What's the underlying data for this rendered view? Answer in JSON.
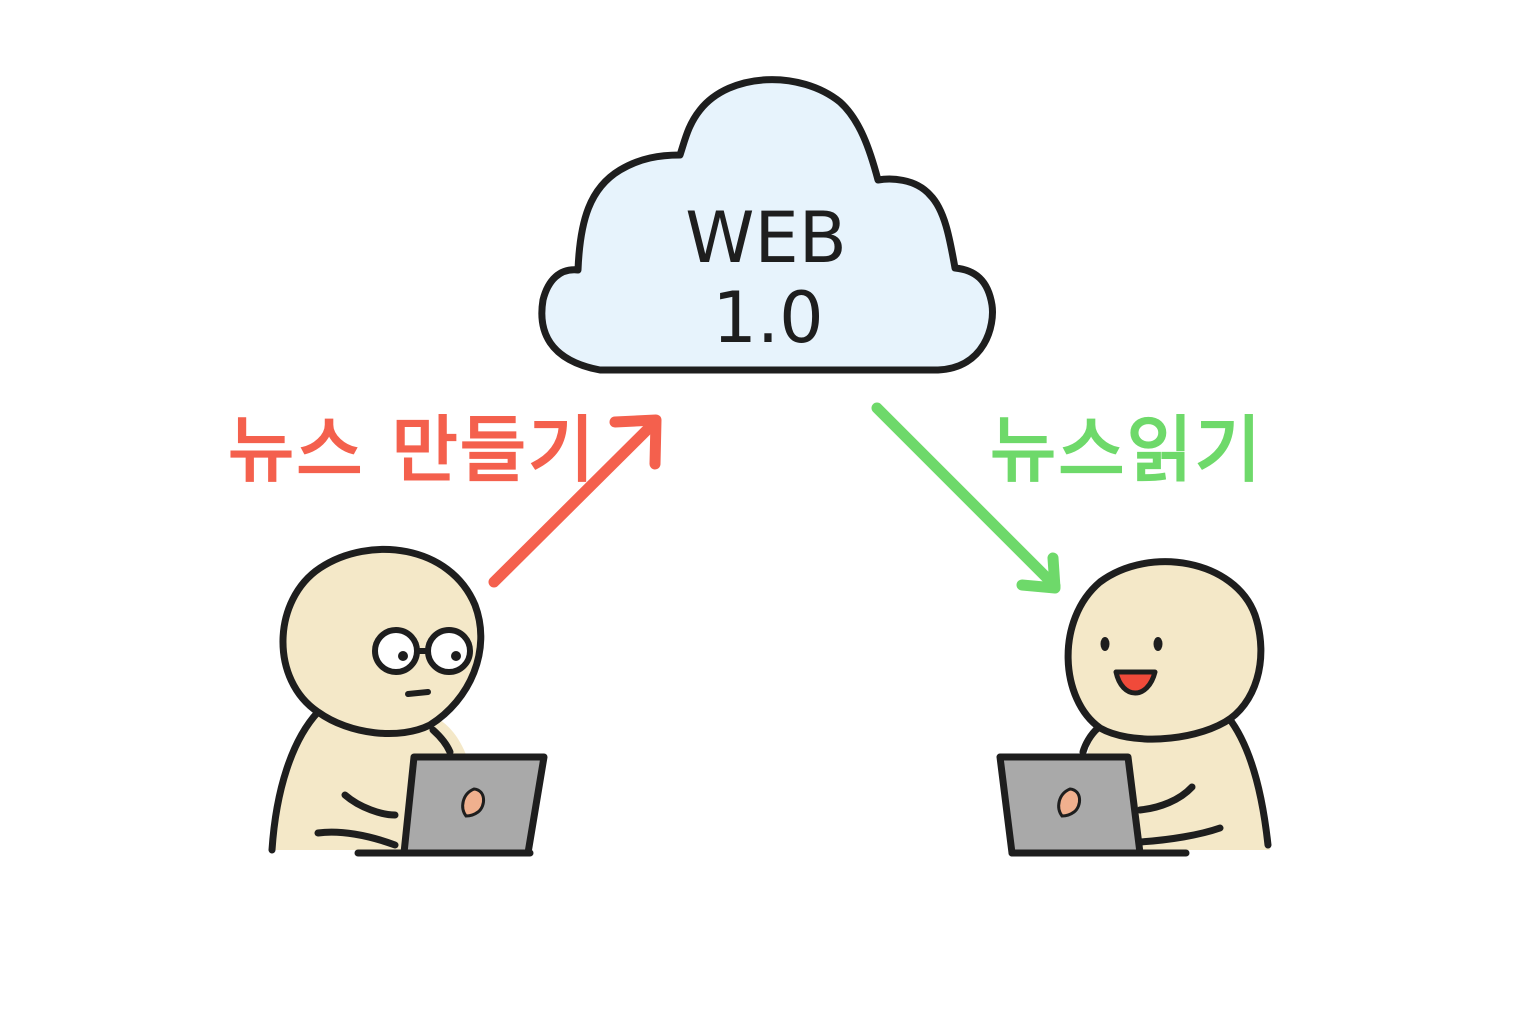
{
  "cloud": {
    "line1": "WEB",
    "line2": "1.0"
  },
  "labels": {
    "make_news": "뉴스 만들기",
    "read_news": "뉴스읽기"
  },
  "colors": {
    "make_arrow": "#f4604d",
    "read_arrow": "#6ed96a",
    "cloud_fill": "#e7f3fc",
    "skin": "#f4e8c8",
    "laptop": "#a9a9a9",
    "outline": "#1e1e1e",
    "mouth": "#f04a3a"
  }
}
